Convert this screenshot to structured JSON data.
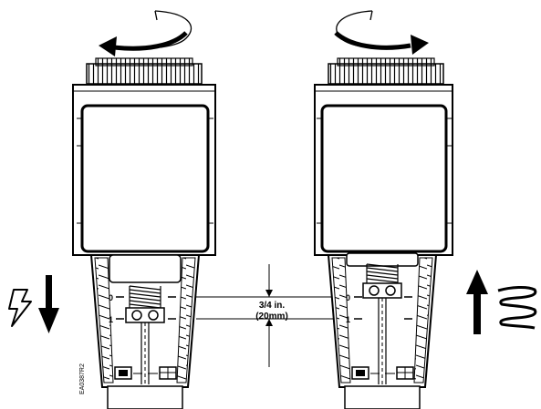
{
  "stroke_upper": "3/4 in.",
  "stroke_lower": "(20mm)",
  "scale_marks": {
    "left_zero": "0",
    "left_one": "1",
    "right_zero": "0",
    "right_one": "1"
  },
  "figure_code": "EA0387R2",
  "colors": {
    "line": "#000000",
    "fill": "#ffffff"
  },
  "icons": {
    "power": "lightning-bolt-icon",
    "spring": "spring-coil-icon",
    "rotate_left": "counterclockwise-arrow-icon",
    "rotate_right": "clockwise-arrow-icon"
  }
}
